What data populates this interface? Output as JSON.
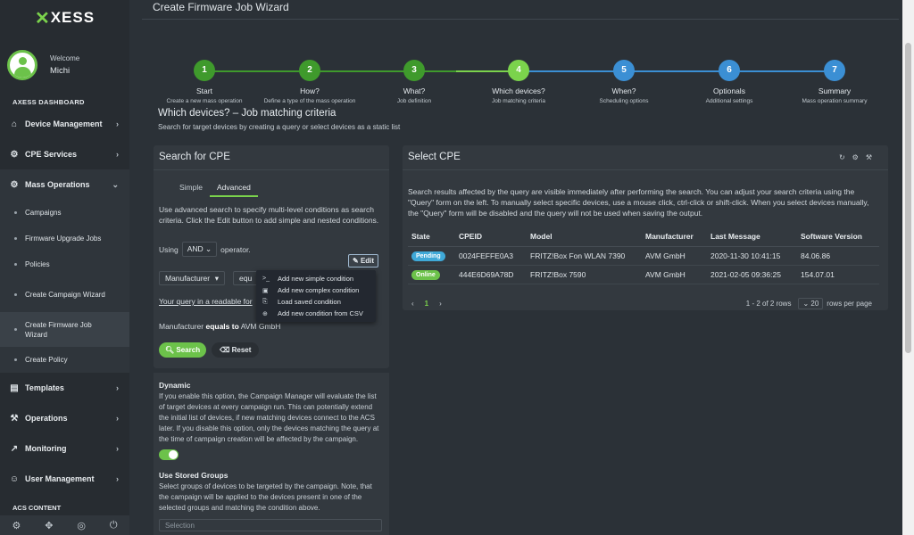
{
  "app": {
    "logo": "XESS",
    "logo_mark": "✕"
  },
  "user": {
    "welcome": "Welcome",
    "name": "Michi"
  },
  "sidebar": {
    "section": "AXESS DASHBOARD",
    "items": [
      {
        "label": "Device Management",
        "icon": "⌂"
      },
      {
        "label": "CPE Services",
        "icon": "⚙"
      },
      {
        "label": "Mass Operations",
        "icon": "⚙"
      }
    ],
    "sub_items": [
      "Campaigns",
      "Firmware Upgrade Jobs",
      "Policies",
      "Create Campaign Wizard",
      "Create Firmware Job Wizard",
      "Create Policy"
    ],
    "items_after": [
      {
        "label": "Templates",
        "icon": "▤"
      },
      {
        "label": "Operations",
        "icon": "⚒"
      },
      {
        "label": "Monitoring",
        "icon": "↗"
      },
      {
        "label": "User Management",
        "icon": "☺"
      }
    ],
    "acs_content": "ACS CONTENT"
  },
  "wizard": {
    "title": "Create Firmware Job Wizard",
    "steps": [
      {
        "num": "1",
        "label": "Start",
        "desc": "Create a new mass operation",
        "state": "done"
      },
      {
        "num": "2",
        "label": "How?",
        "desc": "Define a type of the mass operation",
        "state": "done"
      },
      {
        "num": "3",
        "label": "What?",
        "desc": "Job definition",
        "state": "done"
      },
      {
        "num": "4",
        "label": "Which devices?",
        "desc": "Job matching criteria",
        "state": "current"
      },
      {
        "num": "5",
        "label": "When?",
        "desc": "Scheduling options",
        "state": "todo"
      },
      {
        "num": "6",
        "label": "Optionals",
        "desc": "Additional settings",
        "state": "todo"
      },
      {
        "num": "7",
        "label": "Summary",
        "desc": "Mass operation summary",
        "state": "todo"
      }
    ],
    "section_title": "Which devices? – Job matching criteria",
    "section_sub": "Search for target devices by creating a query or select devices as a static list"
  },
  "colors": {
    "done": "#3f9a2c",
    "current": "#7bd34c",
    "todo": "#3b8fd4",
    "line_done": "#3f9a2c",
    "line_todo": "#3b8fd4"
  },
  "search": {
    "title": "Search for CPE",
    "tab_simple": "Simple",
    "tab_advanced": "Advanced",
    "help": "Use advanced search to specify multi-level conditions as search criteria. Click the Edit button to add simple and nested conditions.",
    "using": "Using",
    "operator_value": "AND",
    "operator_suffix": "operator.",
    "edit": "Edit",
    "field": "Manufacturer",
    "cmp_partial": "equ",
    "query_link": "Your query in a readable for",
    "query_field": "Manufacturer",
    "query_op": "equals to",
    "query_value": "AVM GmbH",
    "btn_search": "Search",
    "btn_reset": "Reset"
  },
  "menu": {
    "items": [
      {
        "label": "Add new simple condition",
        "icon": ">_"
      },
      {
        "label": "Add new complex condition",
        "icon": "▣"
      },
      {
        "label": "Load saved condition",
        "icon": "⎘"
      },
      {
        "label": "Add new condition from CSV",
        "icon": "⊕"
      }
    ]
  },
  "options": {
    "dynamic_title": "Dynamic",
    "dynamic_text": "If you enable this option, the Campaign Manager will evaluate the list of target devices at every campaign run. This can potentially extend the initial list of devices, if new matching devices connect to the ACS later. If you disable this option, only the devices matching the query at the time of campaign creation will be affected by the campaign.",
    "stored_title": "Use Stored Groups",
    "stored_text": "Select groups of devices to be targeted by the campaign. Note, that the campaign will be applied to the devices present in one of the selected groups and matching the condition above.",
    "selection_placeholder": "Selection"
  },
  "cpe": {
    "title": "Select CPE",
    "info": "Search results affected by the query are visible immediately after performing the search. You can adjust your search criteria using the \"Query\" form on the left. To manually select specific devices, use a mouse click, ctrl-click or shift-click. When you select devices manually, the \"Query\" form will be disabled and the query will not be used when saving the output.",
    "columns": [
      "State",
      "CPEID",
      "Model",
      "Manufacturer",
      "Last Message",
      "Software Version"
    ],
    "rows": [
      {
        "state": "Pending",
        "state_color": "#3fa9d8",
        "cpeid": "0024FEFFE0A3",
        "model": "FRITZ!Box Fon WLAN 7390",
        "manufacturer": "AVM GmbH",
        "last": "2020-11-30 10:41:15",
        "sw": "84.06.86"
      },
      {
        "state": "Online",
        "state_color": "#6cc24a",
        "cpeid": "444E6D69A78D",
        "model": "FRITZ!Box 7590",
        "manufacturer": "AVM GmbH",
        "last": "2021-02-05 09:36:25",
        "sw": "154.07.01"
      }
    ],
    "page": "1",
    "range": "1 - 2 of 2 rows",
    "rows_per_page": "20",
    "rows_per_page_label": "rows per page"
  }
}
